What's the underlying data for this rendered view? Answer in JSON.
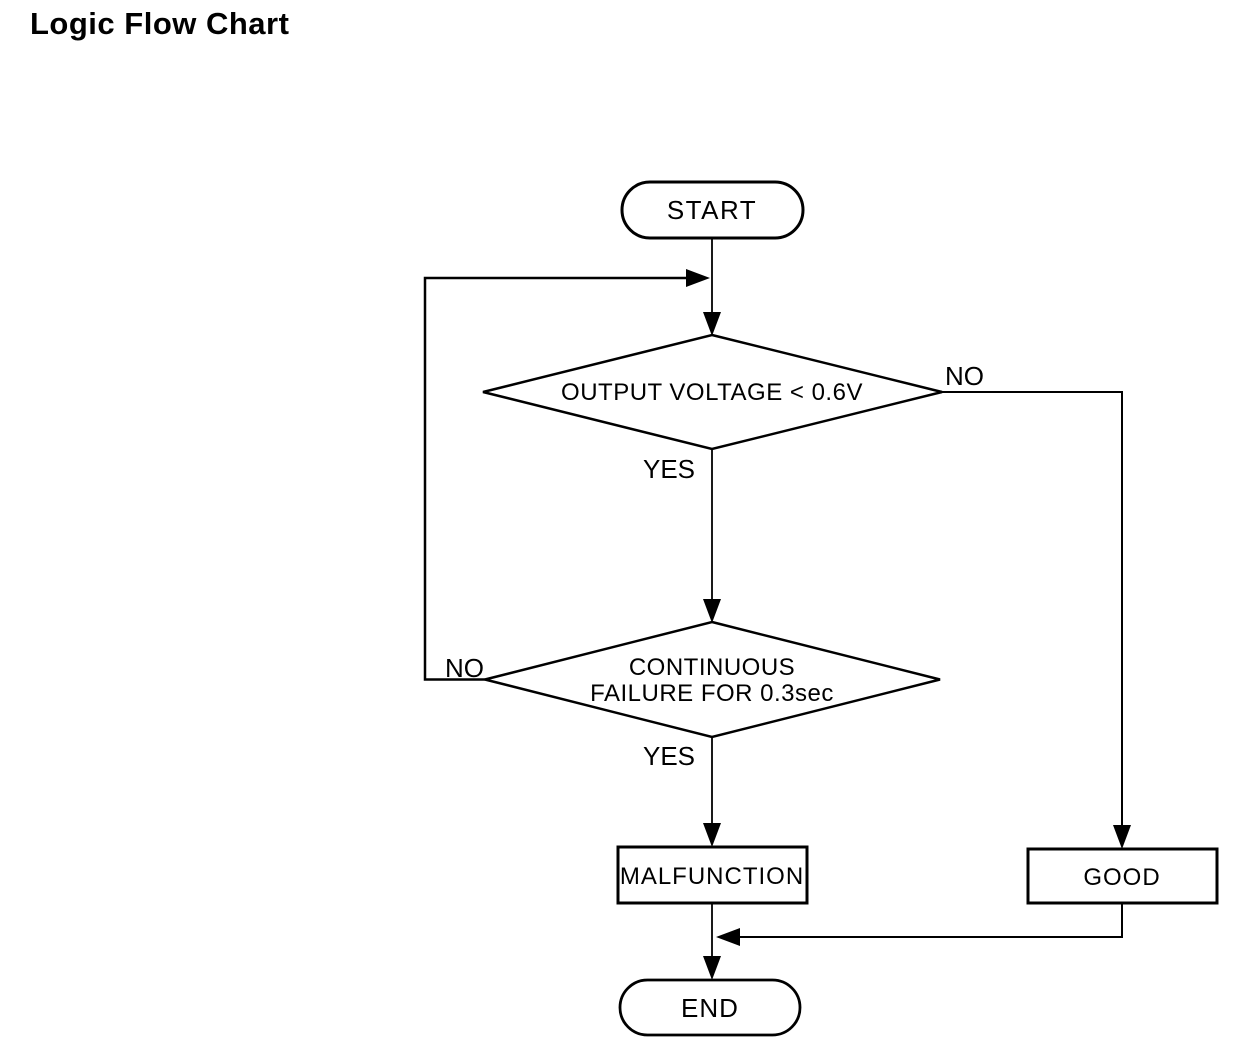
{
  "page": {
    "title": "Logic Flow Chart"
  },
  "flowchart": {
    "nodes": {
      "start": {
        "type": "terminator",
        "label": "START"
      },
      "decision_voltage": {
        "type": "decision",
        "label": "OUTPUT VOLTAGE < 0.6V"
      },
      "decision_failure": {
        "type": "decision",
        "label": "CONTINUOUS FAILURE FOR 0.3sec",
        "line1": "CONTINUOUS",
        "line2": "FAILURE FOR 0.3sec"
      },
      "malfunction": {
        "type": "process",
        "label": "MALFUNCTION"
      },
      "good": {
        "type": "process",
        "label": "GOOD"
      },
      "end": {
        "type": "terminator",
        "label": "END"
      }
    },
    "edges": {
      "start_to_decision_voltage": {
        "from": "start",
        "to": "decision_voltage",
        "label": ""
      },
      "decision_voltage_yes": {
        "from": "decision_voltage",
        "to": "decision_failure",
        "label": "YES"
      },
      "decision_voltage_no": {
        "from": "decision_voltage",
        "to": "good",
        "label": "NO"
      },
      "decision_failure_yes": {
        "from": "decision_failure",
        "to": "malfunction",
        "label": "YES"
      },
      "decision_failure_no": {
        "from": "decision_failure",
        "to": "start_to_decision_voltage",
        "label": "NO"
      },
      "malfunction_to_end": {
        "from": "malfunction",
        "to": "end",
        "label": ""
      },
      "good_to_malfunction_end_line": {
        "from": "good",
        "to": "end",
        "label": ""
      }
    },
    "colors": {
      "ink": "#000000",
      "background": "#ffffff"
    }
  }
}
